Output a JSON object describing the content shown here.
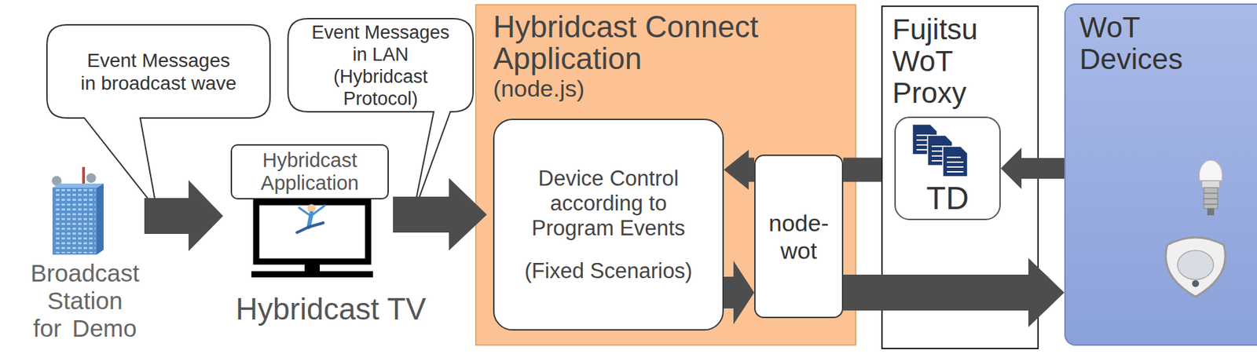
{
  "diagram": {
    "nodes": [
      {
        "text": [
          "Event Messages in broadcast wave"
        ]
      },
      {
        "text": [
          "Event Messages in LAN (Hybridcast Protocol)"
        ]
      },
      {
        "text": [
          "Hybridcast Application"
        ]
      },
      {
        "text": [
          "Hybridcast Connect Application",
          "(node.js)"
        ]
      },
      {
        "text": [
          "Device Control according to Program Events",
          "(Fixed Scenarios)"
        ],
        "in": 3
      },
      {
        "text": [
          "node-wot"
        ],
        "in": 3
      },
      {
        "text": [
          "Fujitsu WoT Proxy"
        ]
      },
      {
        "text": [
          "TD"
        ],
        "in": 6
      },
      {
        "text": [
          "WoT Devices"
        ]
      }
    ],
    "edges": [
      {
        "from": 6,
        "to": 5,
        "arrow": "none"
      },
      {
        "from": 5,
        "to": 4,
        "arrow": "to"
      },
      {
        "from": 4,
        "to": 5,
        "arrow": "to"
      },
      {
        "from": 5,
        "to": 8,
        "arrow": "to"
      },
      {
        "from": 8,
        "to": 7,
        "arrow": "to"
      }
    ],
    "labels": [
      "Broadcast Station for Demo",
      "Hybridcast TV"
    ]
  }
}
